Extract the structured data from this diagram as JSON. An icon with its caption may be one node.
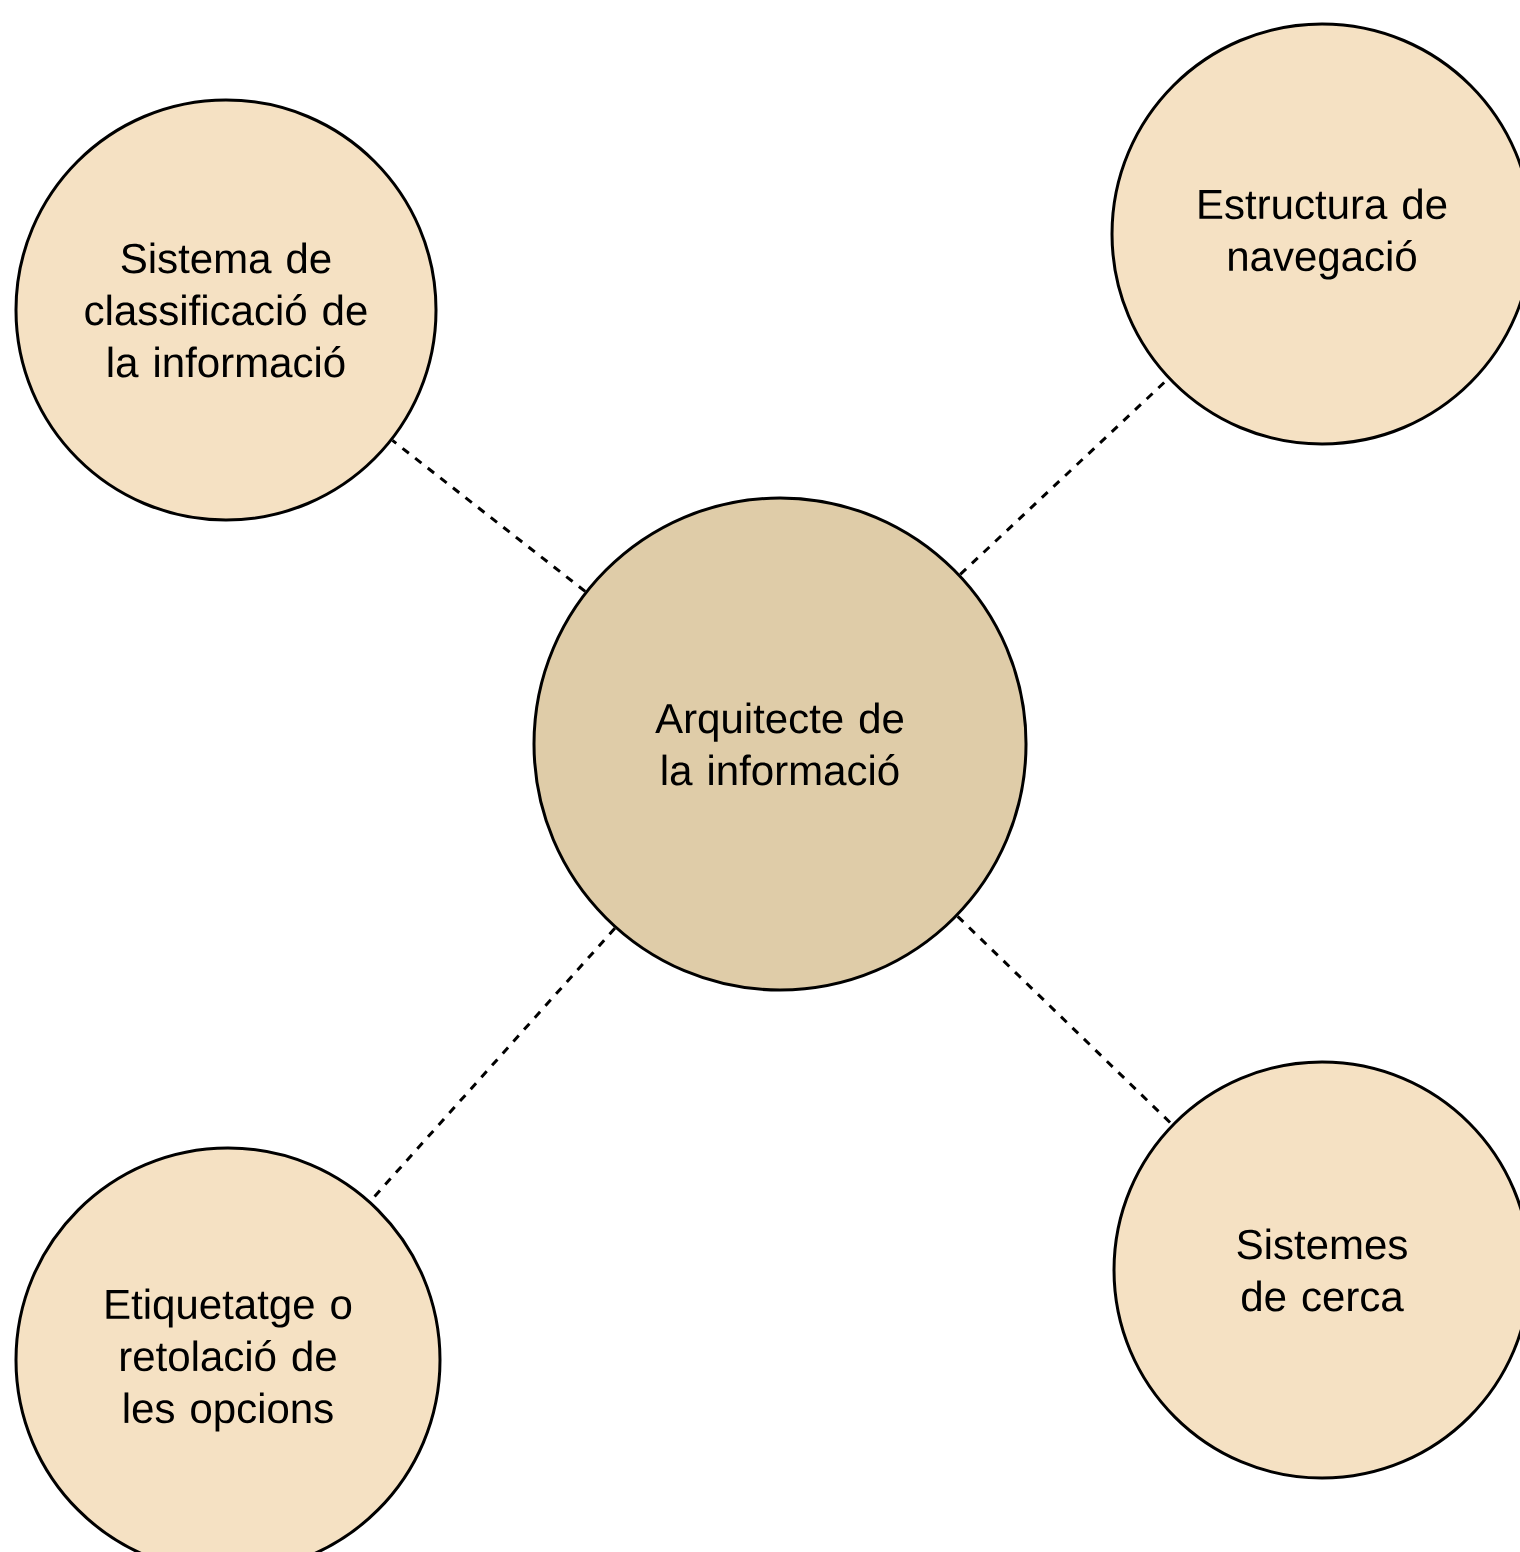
{
  "diagram": {
    "nodes": [
      {
        "text": [
          "Sistema de classificació de la informació"
        ]
      },
      {
        "text": [
          "Estructura de navegació"
        ]
      },
      {
        "text": [
          "Arquitecte de la informació"
        ]
      },
      {
        "text": [
          "Etiquetatge o retolació de les opcions"
        ]
      },
      {
        "text": [
          "Sistemes de cerca"
        ]
      }
    ],
    "edges": [
      {
        "from": 2,
        "to": 0,
        "arrow": "none",
        "style": "dashed"
      },
      {
        "from": 2,
        "to": 1,
        "arrow": "none",
        "style": "dashed"
      },
      {
        "from": 2,
        "to": 3,
        "arrow": "none",
        "style": "dashed"
      },
      {
        "from": 2,
        "to": 4,
        "arrow": "none",
        "style": "dashed"
      }
    ]
  }
}
